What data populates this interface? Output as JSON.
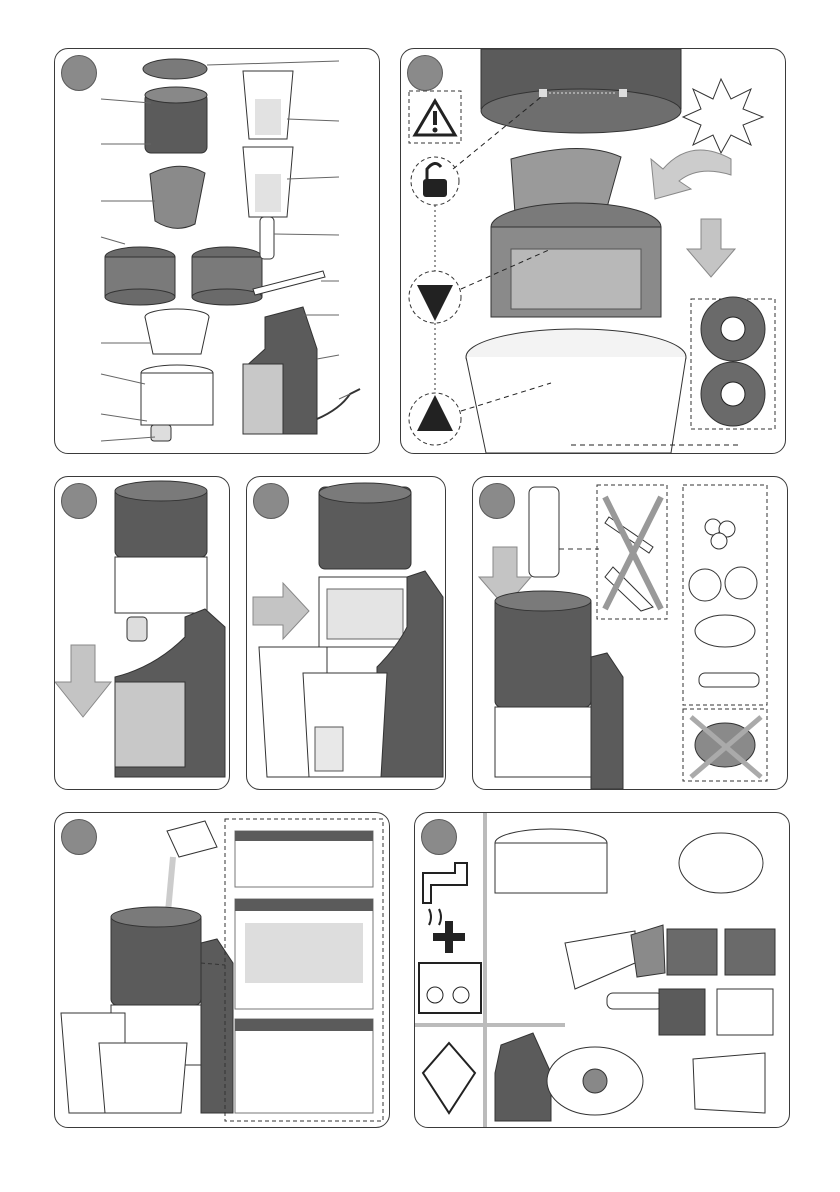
{
  "page": {
    "panels": [
      {
        "id": "parts-overview",
        "step": ""
      },
      {
        "id": "assembly-lock",
        "step": ""
      },
      {
        "id": "mount-on-base",
        "step": ""
      },
      {
        "id": "attach-container",
        "step": ""
      },
      {
        "id": "pusher-food-types",
        "step": ""
      },
      {
        "id": "pouring-juice",
        "step": ""
      },
      {
        "id": "cleaning",
        "step": ""
      }
    ],
    "page_number": "",
    "colors": {
      "dark_body": "#5b5b5b",
      "mid_gray": "#8a8a8a",
      "light_gray": "#c8c8c8",
      "line": "#2b2b2b"
    }
  }
}
